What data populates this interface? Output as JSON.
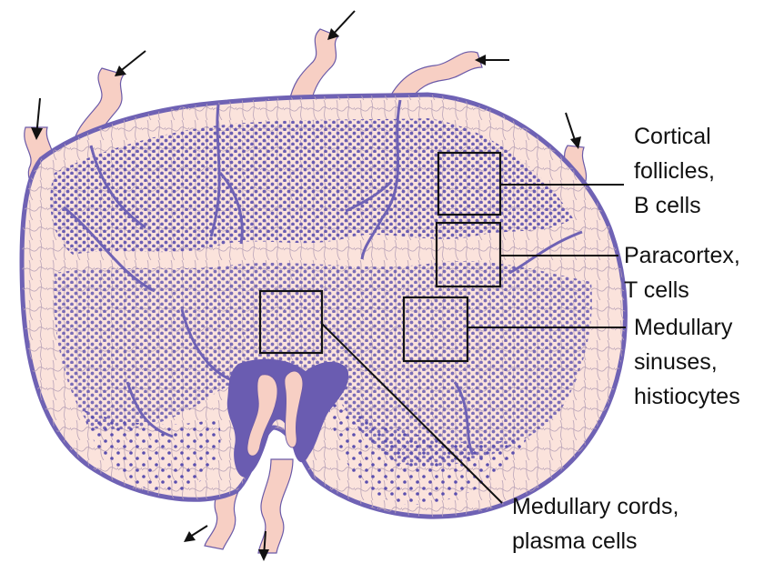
{
  "colors": {
    "capsule": "#6f62b4",
    "tissue": "#fbe3dc",
    "cells": "#5b4fae",
    "vessel": "#f7cfc4",
    "hilum": "#6a5cb1",
    "line": "#111111"
  },
  "labels": {
    "cortical_follicles": [
      "Cortical",
      "follicles,",
      "B cells"
    ],
    "paracortex": [
      "Paracortex,",
      "T cells"
    ],
    "medullary_sinuses": [
      "Medullary",
      "sinuses,",
      "histiocytes"
    ],
    "medullary_cords": [
      "Medullary cords,",
      "plasma cells"
    ]
  }
}
